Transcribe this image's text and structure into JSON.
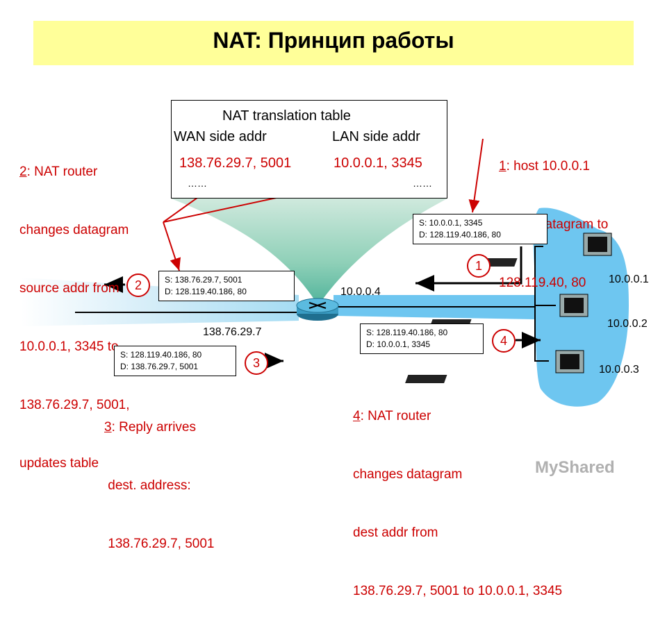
{
  "title": "NAT: Принцип работы",
  "nat_table": {
    "caption": "NAT translation table",
    "wan_header": "WAN side addr",
    "lan_header": "LAN side addr",
    "wan_value": "138.76.29.7, 5001",
    "lan_value": "10.0.0.1, 3345",
    "wan_more": "……",
    "lan_more": "……"
  },
  "annotations": {
    "step1": {
      "num": "1",
      "lines": [
        ": host 10.0.0.1",
        "sends datagram to",
        "128.119.40, 80"
      ]
    },
    "step2": {
      "num": "2",
      "lines": [
        ": NAT router",
        "changes datagram",
        "source addr from",
        "10.0.0.1, 3345 to",
        "138.76.29.7, 5001,",
        "updates table"
      ]
    },
    "step3": {
      "num": "3",
      "lines": [
        ": Reply arrives",
        " dest. address:",
        " 138.76.29.7, 5001"
      ]
    },
    "step4": {
      "num": "4",
      "lines": [
        ": NAT router",
        "changes datagram",
        "dest addr from",
        "138.76.29.7, 5001 to 10.0.0.1, 3345"
      ]
    }
  },
  "packets": {
    "p1": {
      "s": "S: 10.0.0.1, 3345",
      "d": "D: 128.119.40.186, 80"
    },
    "p2": {
      "s": "S: 138.76.29.7, 5001",
      "d": "D: 128.119.40.186, 80"
    },
    "p3": {
      "s": "S: 128.119.40.186, 80",
      "d": "D: 138.76.29.7, 5001"
    },
    "p4": {
      "s": "S: 128.119.40.186, 80",
      "d": "D: 10.0.0.1, 3345"
    }
  },
  "step_badges": [
    "1",
    "2",
    "3",
    "4"
  ],
  "addresses": {
    "router_lan": "10.0.0.4",
    "router_wan": "138.76.29.7",
    "host1": "10.0.0.1",
    "host2": "10.0.0.2",
    "host3": "10.0.0.3"
  },
  "icons": [
    "router-icon",
    "computer-icon",
    "arrow-icon"
  ],
  "colors": {
    "title_band": "#ffff99",
    "annotation": "#cc0000",
    "lan_cloud": "#6ec6f0",
    "table_cone": "#a8d8c8"
  },
  "watermark": "MyShared"
}
